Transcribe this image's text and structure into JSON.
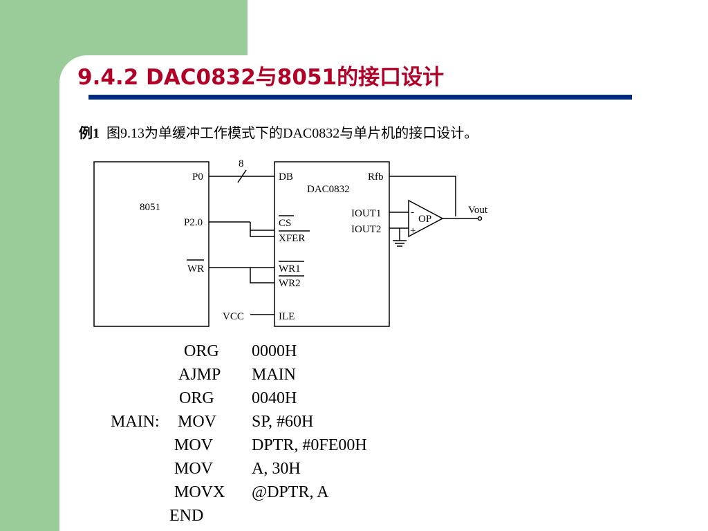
{
  "slide": {
    "title": "9.4.2  DAC0832与8051的接口设计",
    "example_label": "例1",
    "example_text": "图9.13为单缓冲工作模式下的DAC0832与单片机的接口设计。"
  },
  "diagram": {
    "mcu_label": "8051",
    "p0": "P0",
    "p20": "P2.0",
    "wr": "WR",
    "vcc": "VCC",
    "bus_width": "8",
    "dac_name": "DAC0832",
    "db": "DB",
    "rfb": "Rfb",
    "cs": "CS",
    "xfer": "XFER",
    "wr1": "WR1",
    "wr2": "WR2",
    "ile": "ILE",
    "iout1": "IOUT1",
    "iout2": "IOUT2",
    "op_minus": "-",
    "op_plus": "+",
    "op_label": "OP",
    "vout": "Vout"
  },
  "code": [
    {
      "label": "",
      "op": "ORG",
      "arg": "0000H"
    },
    {
      "label": "",
      "op": "AJMP",
      "arg": "MAIN"
    },
    {
      "label": "",
      "op": "ORG",
      "arg": "0040H"
    },
    {
      "label": "MAIN:",
      "op": "MOV",
      "arg": "SP, #60H"
    },
    {
      "label": "",
      "op": "MOV",
      "arg": "DPTR, #0FE00H"
    },
    {
      "label": "",
      "op": "MOV",
      "arg": "A, 30H"
    },
    {
      "label": "",
      "op": "MOVX",
      "arg": "@DPTR, A"
    },
    {
      "label": "",
      "op": "END",
      "arg": ""
    }
  ]
}
